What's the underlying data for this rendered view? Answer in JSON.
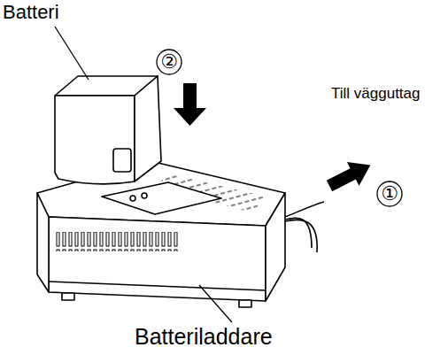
{
  "diagram": {
    "nodes": [
      {
        "text": [
          "②"
        ]
      },
      {
        "text": [
          "①"
        ]
      }
    ],
    "labels": [
      "Batteri",
      "Till vägguttag",
      "Batteriladdare"
    ]
  }
}
